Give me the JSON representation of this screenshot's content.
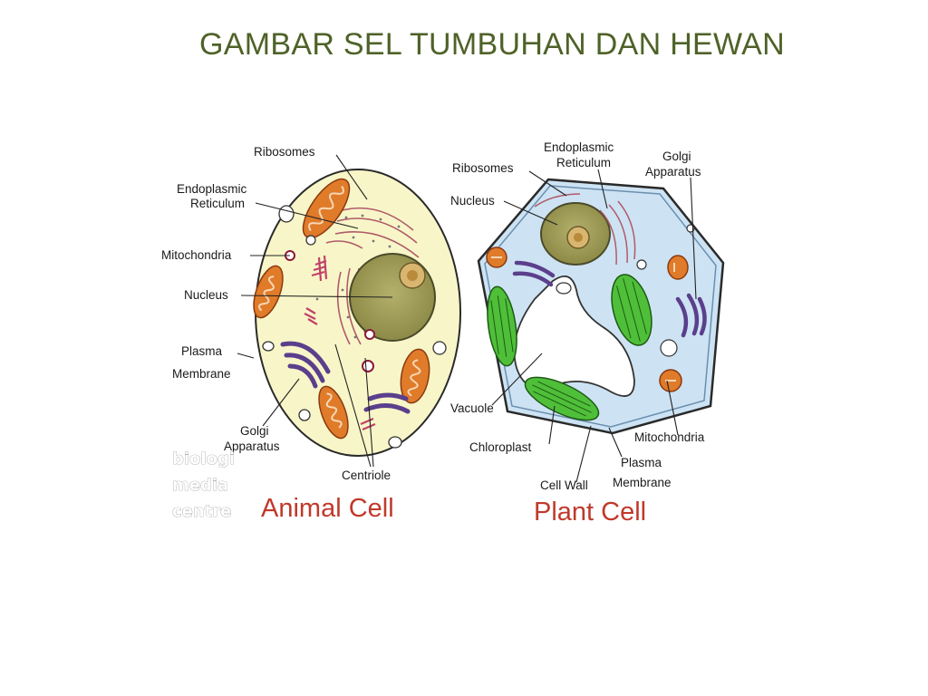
{
  "slide": {
    "title": "GAMBAR SEL TUMBUHAN DAN HEWAN",
    "title_color": "#4f6228"
  },
  "animal_cell": {
    "caption": "Animal Cell",
    "labels": {
      "ribosomes": "Ribosomes",
      "er_line1": "Endoplasmic",
      "er_line2": "Reticulum",
      "mitochondria": "Mitochondria",
      "nucleus": "Nucleus",
      "plasma_line1": "Plasma",
      "plasma_line2": "Membrane",
      "golgi_line1": "Golgi",
      "golgi_line2": "Apparatus",
      "centriole": "Centriole"
    }
  },
  "plant_cell": {
    "caption": "Plant Cell",
    "labels": {
      "er_line1": "Endoplasmic",
      "er_line2": "Reticulum",
      "golgi_line1": "Golgi",
      "golgi_line2": "Apparatus",
      "ribosomes": "Ribosomes",
      "nucleus": "Nucleus",
      "vacuole": "Vacuole",
      "chloroplast": "Chloroplast",
      "mitochondria": "Mitochondria",
      "cell_wall": "Cell Wall",
      "plasma_line1": "Plasma",
      "plasma_line2": "Membrane"
    }
  },
  "watermark": {
    "line1": "biologi",
    "line2": "media",
    "line3": "centre"
  },
  "colors": {
    "caption": "#c0392b",
    "animal_cytoplasm": "#f8f6c8",
    "plant_cytoplasm": "#cde3f3",
    "nucleus": "#9c9a58",
    "mitochondria": "#e07b2a",
    "golgi": "#5b3f8c",
    "chloroplast": "#4fbf3a"
  }
}
